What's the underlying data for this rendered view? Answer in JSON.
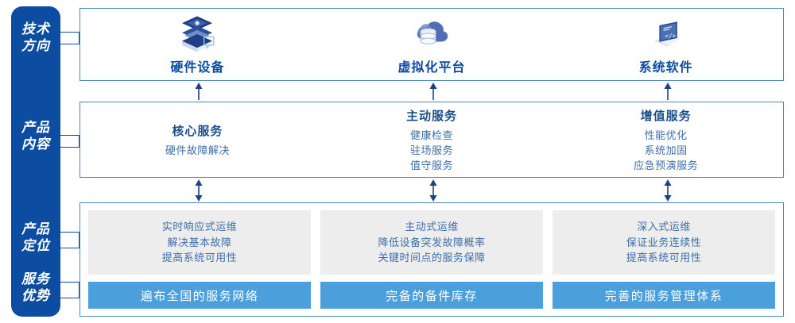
{
  "rail": {
    "labels": [
      {
        "id": "tech-direction",
        "text": "技术\n方向"
      },
      {
        "id": "product-content",
        "text": "产品\n内容"
      },
      {
        "id": "product-position",
        "text": "产品\n定位"
      },
      {
        "id": "service-advantage",
        "text": "服务\n优势"
      }
    ]
  },
  "tech_section": {
    "columns": [
      {
        "icon": "server-stack-icon",
        "title": "硬件设备"
      },
      {
        "icon": "cloud-database-icon",
        "title": "虚拟化平台"
      },
      {
        "icon": "laptop-code-icon",
        "title": "系统软件"
      }
    ]
  },
  "content_section": {
    "columns": [
      {
        "title": "核心服务",
        "items": [
          "硬件故障解决"
        ]
      },
      {
        "title": "主动服务",
        "items": [
          "健康检查",
          "驻场服务",
          "值守服务"
        ]
      },
      {
        "title": "增值服务",
        "items": [
          "性能优化",
          "系统加固",
          "应急预演服务"
        ]
      }
    ]
  },
  "bottom_section": {
    "cards": [
      {
        "lines": [
          "实时响应式运维",
          "解决基本故障",
          "提高系统可用性"
        ]
      },
      {
        "lines": [
          "主动式运维",
          "降低设备突发故障概率",
          "关键时间点的服务保障"
        ]
      },
      {
        "lines": [
          "深入式运维",
          "保证业务连续性",
          "提高系统可用性"
        ]
      }
    ],
    "bars": [
      {
        "label": "遍布全国的服务网络"
      },
      {
        "label": "完备的备件库存"
      },
      {
        "label": "完善的服务管理体系"
      }
    ]
  },
  "colors": {
    "rail_blue": "#0C4DA2",
    "border_blue": "#4E85C5",
    "title_blue": "#1A4E8A",
    "text_blue": "#3E6FA8",
    "bar_blue": "#4BA0DC",
    "card_gray": "#EDEDED"
  }
}
